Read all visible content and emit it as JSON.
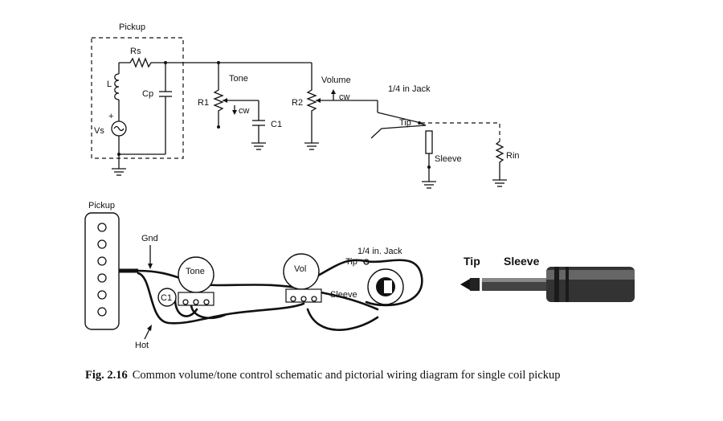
{
  "schematic": {
    "pickup_label": "Pickup",
    "rs_label": "Rs",
    "l_label": "L",
    "cp_label": "Cp",
    "vs_label": "Vs",
    "plus_label": "+",
    "tone_label": "Tone",
    "r1_label": "R1",
    "cw1_label": "cw",
    "c1_label": "C1",
    "volume_label": "Volume",
    "r2_label": "R2",
    "cw2_label": "cw",
    "jack_label": "1/4 in Jack",
    "tip_label": "Tip",
    "sleeve_label": "Sleeve",
    "rin_label": "Rin"
  },
  "pictorial": {
    "pickup_label": "Pickup",
    "gnd_label": "Gnd",
    "hot_label": "Hot",
    "tone_label": "Tone",
    "c1_label": "C1",
    "vol_label": "Vol",
    "jack_label": "1/4 in. Jack",
    "tip_label": "Tip",
    "sleeve_label": "Sleeve"
  },
  "plug": {
    "tip_label": "Tip",
    "sleeve_label": "Sleeve"
  },
  "caption": {
    "figure_number": "Fig. 2.16",
    "text": "Common volume/tone control schematic and pictorial wiring diagram for single coil pickup"
  }
}
